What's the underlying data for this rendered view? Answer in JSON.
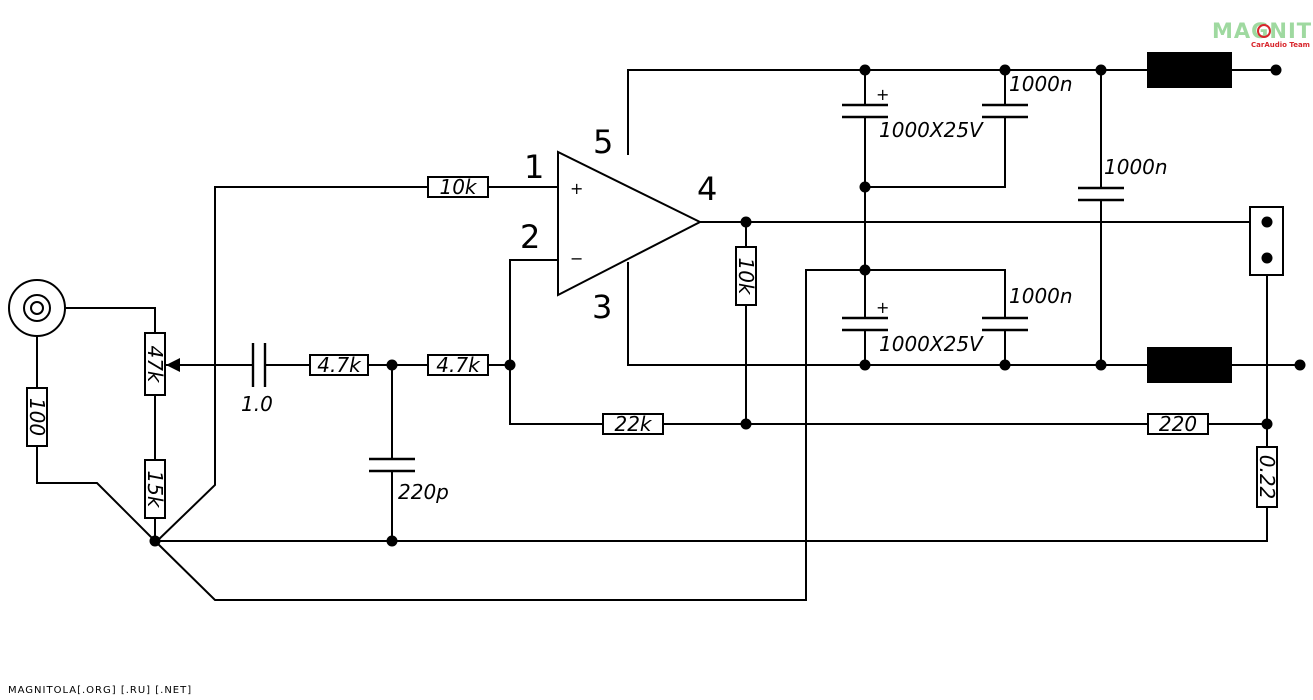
{
  "logo": {
    "brand": "MAGNITOLA",
    "tagline": "CarAudio Team",
    "brand_color": "#9fd9a0",
    "accent_color": "#d8272d"
  },
  "footer": {
    "watermark": "MAGNITOLA[.ORG] [.RU] [.NET]"
  },
  "opamp": {
    "plus_sign": "+",
    "minus_sign": "−",
    "pin_labels": [
      "1",
      "2",
      "3",
      "4",
      "5"
    ]
  },
  "components": {
    "r_in": "10k",
    "pot": "47k",
    "r_100": "100",
    "r_15k": "15k",
    "c_in": "1.0",
    "r_47k_a": "4.7k",
    "r_47k_b": "4.7k",
    "c_220p": "220p",
    "r_22k": "22k",
    "r_10k_load": "10k",
    "r_220": "220",
    "r_022": "0.22",
    "c_top_elec": "1000X25V",
    "c_top_film": "1000n",
    "c_mid_film": "1000n",
    "c_bot_elec": "1000X25V",
    "c_bot_film": "1000n",
    "elec_plus": "+"
  }
}
